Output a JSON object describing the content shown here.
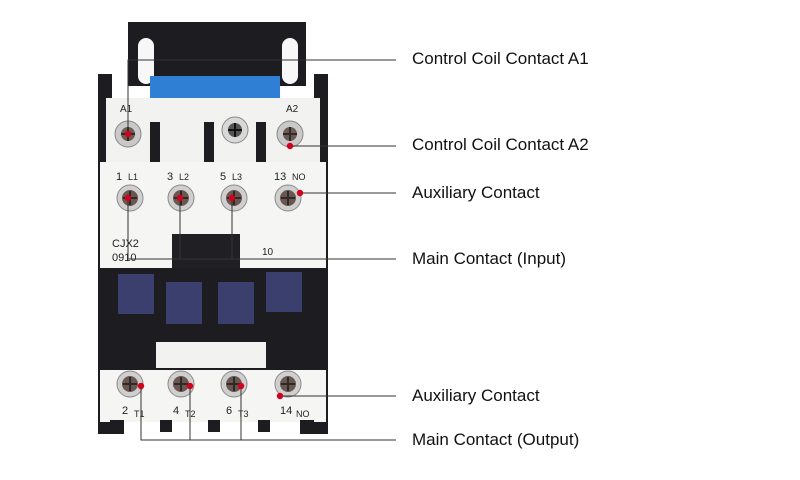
{
  "device": {
    "model": "CJX2",
    "rating": "0910",
    "aux_number": "10",
    "coil_labels": {
      "a1": "A1",
      "a2": "A2"
    },
    "top_terminals": [
      {
        "num": "1",
        "name": "L1"
      },
      {
        "num": "3",
        "name": "L2"
      },
      {
        "num": "5",
        "name": "L3"
      },
      {
        "num": "13",
        "name": "NO"
      }
    ],
    "bottom_terminals": [
      {
        "num": "2",
        "name": "T1"
      },
      {
        "num": "4",
        "name": "T2"
      },
      {
        "num": "6",
        "name": "T3"
      },
      {
        "num": "14",
        "name": "NO"
      }
    ]
  },
  "callouts": [
    {
      "id": "coil-a1",
      "label": "Control Coil Contact A1"
    },
    {
      "id": "coil-a2",
      "label": "Control Coil Contact A2"
    },
    {
      "id": "aux-top",
      "label": "Auxiliary Contact"
    },
    {
      "id": "main-input",
      "label": "Main Contact (Input)"
    },
    {
      "id": "aux-bottom",
      "label": "Auxiliary Contact"
    },
    {
      "id": "main-output",
      "label": "Main Contact (Output)"
    }
  ],
  "colors": {
    "body": "#1c1c21",
    "housing_white": "#f2f2f0",
    "blue_cap": "#2f7fd4",
    "window": "#3a3f6e",
    "marker": "#d0021b",
    "leader": "#333333"
  }
}
